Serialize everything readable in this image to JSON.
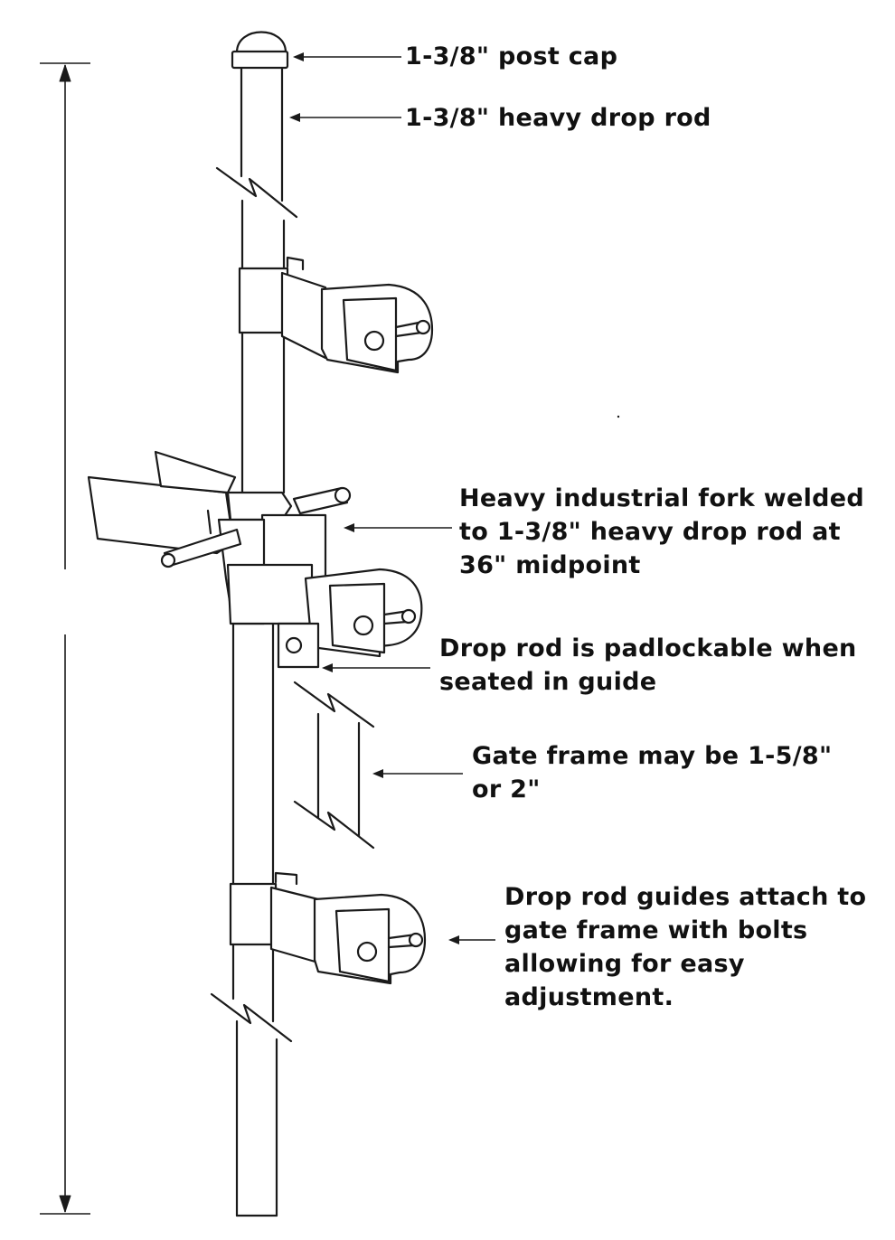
{
  "colors": {
    "ink": "#1a1a1a",
    "background": "#ffffff"
  },
  "labels": {
    "post_cap": "1-3/8\" post cap",
    "drop_rod": "1-3/8\" heavy drop rod",
    "fork": [
      "Heavy industrial fork welded",
      "to 1-3/8\" heavy drop rod at",
      "36\" midpoint"
    ],
    "padlock": [
      "Drop rod is padlockable when",
      "seated in guide"
    ],
    "gate_frame": [
      "Gate frame may be 1-5/8\"",
      "or 2\""
    ],
    "guides": [
      "Drop rod guides attach to",
      "gate frame with bolts",
      "allowing for easy",
      "adjustment."
    ]
  }
}
